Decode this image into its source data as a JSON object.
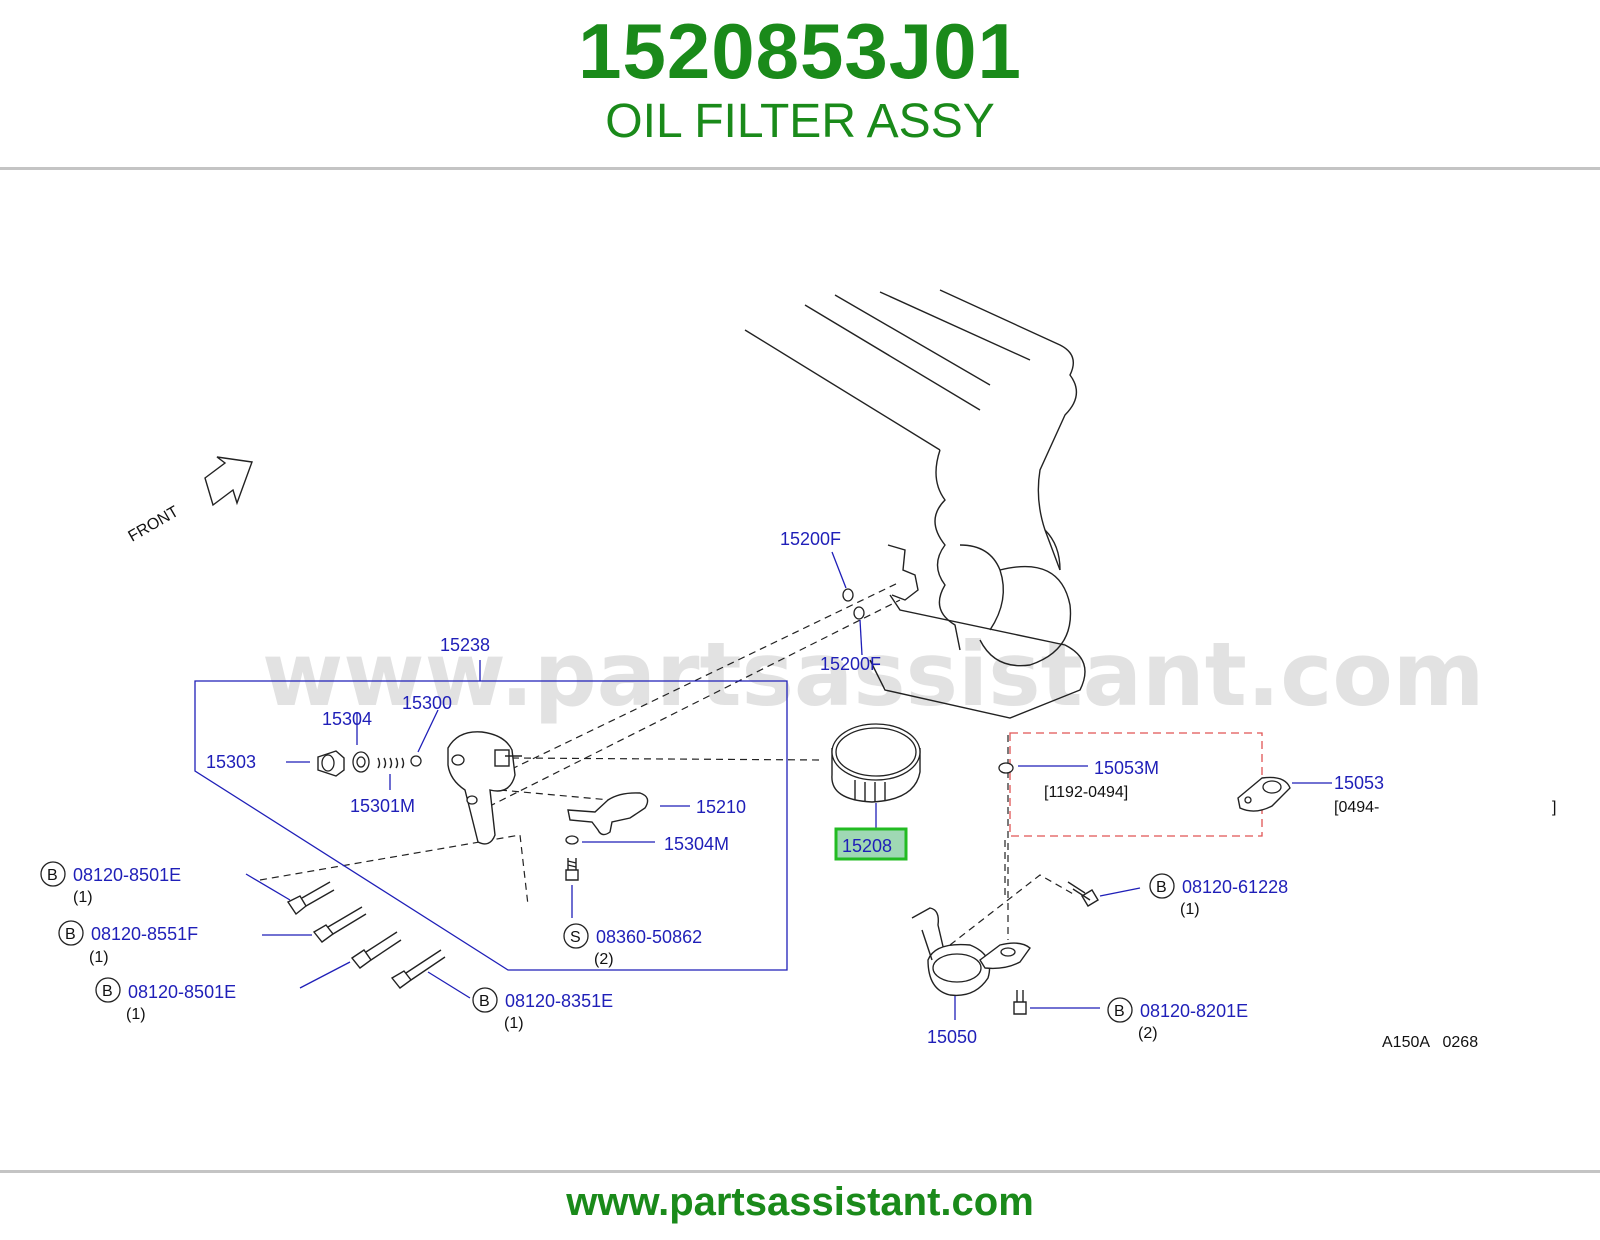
{
  "header": {
    "part_number": "1520853J01",
    "part_name": "OIL FILTER ASSY"
  },
  "footer": {
    "url": "www.partsassistant.com"
  },
  "watermark": "www.partsassistant.com",
  "diagram": {
    "front_label": "FRONT",
    "drawing_code": "A150A   0268",
    "highlight_color": "#22bb22",
    "label_color": "#1f1fb8",
    "title_color": "#1a8a1a",
    "callouts": {
      "p15200F_a": "15200F",
      "p15200F_b": "15200F",
      "p15238": "15238",
      "p15304": "15304",
      "p15300": "15300",
      "p15303": "15303",
      "p15301M": "15301M",
      "p15210": "15210",
      "p15304M": "15304M",
      "p15208": "15208",
      "p15053M": "15053M",
      "p15053": "15053",
      "p15050": "15050",
      "b1": "08120-8501E",
      "b2": "08120-8551F",
      "b3": "08120-8501E",
      "b4": "08120-8351E",
      "s1": "08360-50862",
      "b5": "08120-61228",
      "b6": "08120-8201E"
    },
    "prefixes": {
      "b": "B",
      "s": "S"
    },
    "quantities": {
      "b1": "(1)",
      "b2": "(1)",
      "b3": "(1)",
      "b4": "(1)",
      "s1": "(2)",
      "b5": "(1)",
      "b6": "(2)"
    },
    "date_ranges": {
      "p15053M": "[1192-0494]",
      "p15053_start": "[0494-",
      "p15053_end": "]"
    }
  }
}
